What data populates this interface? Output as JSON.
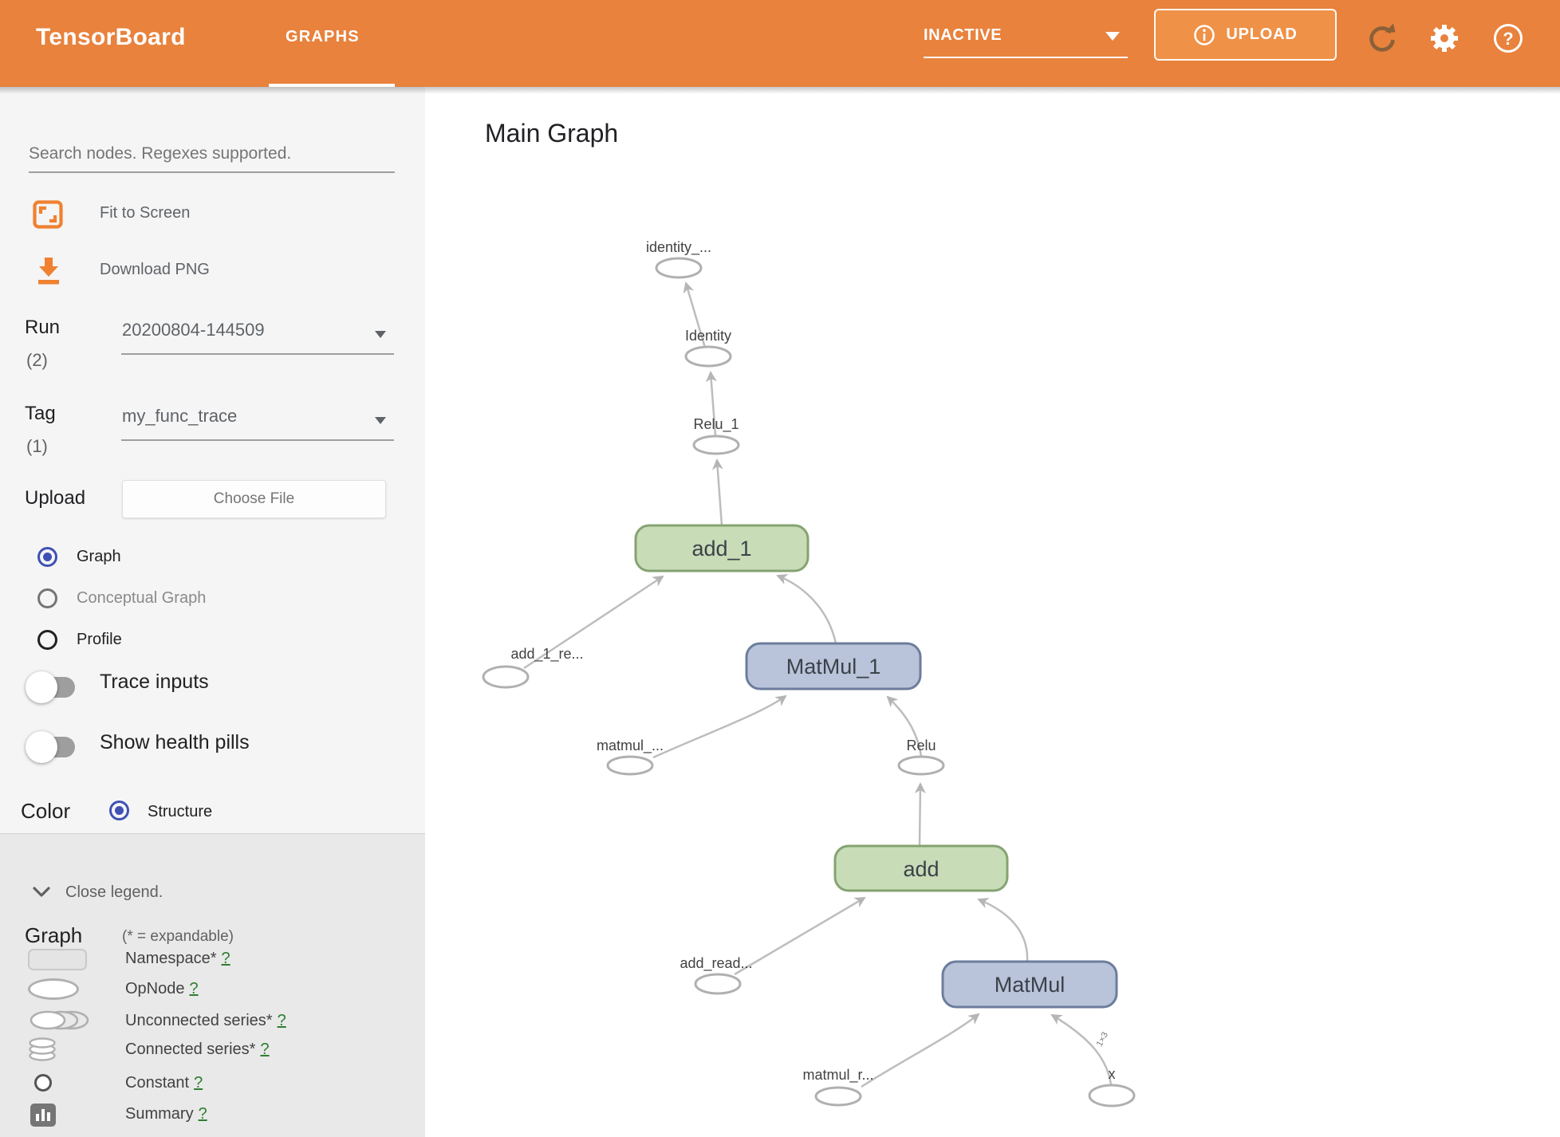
{
  "header": {
    "app_title": "TensorBoard",
    "tab": "GRAPHS",
    "status_value": "INACTIVE",
    "upload_label": "UPLOAD",
    "icons": [
      "info-icon",
      "refresh-icon",
      "gear-icon",
      "help-icon"
    ],
    "help_glyph": "?",
    "colors": {
      "header_bg": "#e8823d",
      "upload_btn_bg": "#ef9147",
      "refresh_icon": "#8a6038"
    }
  },
  "sidebar": {
    "search": {
      "placeholder": "Search nodes. Regexes supported."
    },
    "tools": {
      "fit_label": "Fit to Screen",
      "download_label": "Download PNG"
    },
    "run": {
      "label": "Run",
      "count": "(2)",
      "value": "20200804-144509"
    },
    "tag": {
      "label": "Tag",
      "count": "(1)",
      "value": "my_func_trace"
    },
    "upload": {
      "label": "Upload",
      "button": "Choose File"
    },
    "view_options": [
      {
        "label": "Graph",
        "selected": true
      },
      {
        "label": "Conceptual Graph",
        "selected": false
      },
      {
        "label": "Profile",
        "selected": false
      }
    ],
    "toggles": [
      {
        "label": "Trace inputs",
        "on": false
      },
      {
        "label": "Show health pills",
        "on": false
      }
    ],
    "color_by": {
      "label": "Color",
      "option": "Structure",
      "selected": true
    },
    "colors": {
      "accent": "#ef8130",
      "radio_selected": "#3f51b5"
    }
  },
  "legend": {
    "close_label": "Close legend.",
    "title": "Graph",
    "note": "(* = expandable)",
    "items": [
      {
        "label": "Namespace*",
        "q": "?",
        "icon": "namespace-swatch"
      },
      {
        "label": "OpNode",
        "q": "?",
        "icon": "opnode-swatch"
      },
      {
        "label": "Unconnected series*",
        "q": "?",
        "icon": "unconnected-series-swatch"
      },
      {
        "label": "Connected series*",
        "q": "?",
        "icon": "connected-series-swatch"
      },
      {
        "label": "Constant",
        "q": "?",
        "icon": "constant-swatch"
      },
      {
        "label": "Summary",
        "q": "?",
        "icon": "summary-swatch"
      }
    ],
    "link_color": "#2e7d32"
  },
  "main": {
    "title": "Main Graph",
    "graph": {
      "nodes": [
        {
          "id": "identity_out",
          "label": "identity_...",
          "type": "opnode"
        },
        {
          "id": "Identity",
          "label": "Identity",
          "type": "opnode"
        },
        {
          "id": "Relu_1",
          "label": "Relu_1",
          "type": "opnode"
        },
        {
          "id": "add_1",
          "label": "add_1",
          "type": "function-node-green"
        },
        {
          "id": "add_1_read",
          "label": "add_1_re...",
          "type": "opnode"
        },
        {
          "id": "MatMul_1",
          "label": "MatMul_1",
          "type": "function-node-blue"
        },
        {
          "id": "matmul_read",
          "label": "matmul_...",
          "type": "opnode"
        },
        {
          "id": "Relu",
          "label": "Relu",
          "type": "opnode"
        },
        {
          "id": "add",
          "label": "add",
          "type": "function-node-green"
        },
        {
          "id": "add_read",
          "label": "add_read...",
          "type": "opnode"
        },
        {
          "id": "MatMul",
          "label": "MatMul",
          "type": "function-node-blue"
        },
        {
          "id": "matmul_read_1",
          "label": "matmul_r...",
          "type": "opnode"
        },
        {
          "id": "x",
          "label": "x",
          "type": "opnode"
        }
      ],
      "edges": [
        {
          "from": "Identity",
          "to": "identity_out"
        },
        {
          "from": "Relu_1",
          "to": "Identity"
        },
        {
          "from": "add_1",
          "to": "Relu_1"
        },
        {
          "from": "add_1_read",
          "to": "add_1"
        },
        {
          "from": "MatMul_1",
          "to": "add_1"
        },
        {
          "from": "matmul_read",
          "to": "MatMul_1"
        },
        {
          "from": "Relu",
          "to": "MatMul_1"
        },
        {
          "from": "add",
          "to": "Relu"
        },
        {
          "from": "add_read",
          "to": "add"
        },
        {
          "from": "MatMul",
          "to": "add"
        },
        {
          "from": "matmul_read_1",
          "to": "MatMul"
        },
        {
          "from": "x",
          "to": "MatMul",
          "shape": "1×3"
        }
      ],
      "edge_shape_label": "1×3",
      "colors": {
        "node_green_fill": "#c8dcb8",
        "node_green_border": "#85a371",
        "node_blue_fill": "#b9c3da",
        "node_blue_border": "#6c7d9c",
        "edge": "#bdbdbd",
        "opnode_stroke": "#b0b0b0"
      }
    }
  }
}
